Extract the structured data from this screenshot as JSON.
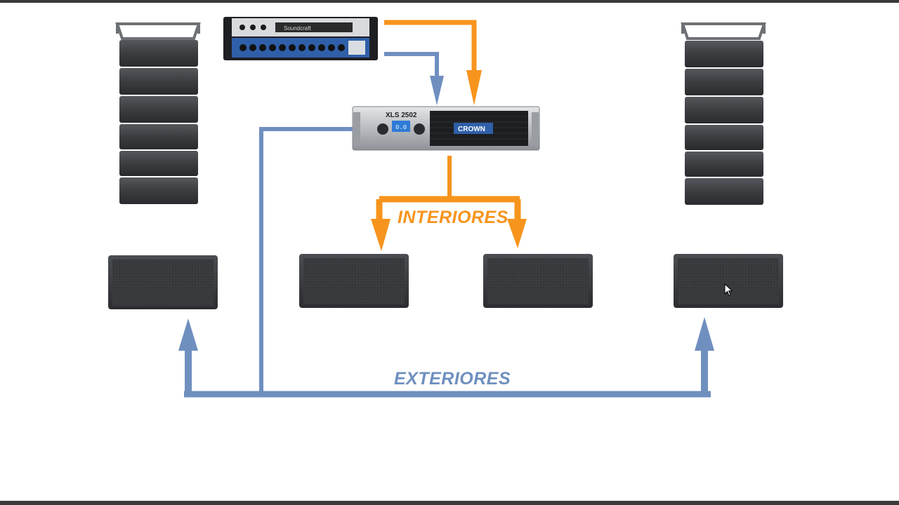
{
  "labels": {
    "interiores": "INTERIORES",
    "exteriores": "EXTERIORES"
  },
  "colors": {
    "orange_signal": "#f7941d",
    "blue_signal": "#6f8fbf",
    "speaker_cabinet": "#3b3d40",
    "mixer_accent": "#2f5fa8"
  },
  "devices": {
    "mixer_front_text": "Soundcraft",
    "amplifier_model": "XLS 2502",
    "amplifier_brand": "CROWN",
    "amplifier_display": "0.0"
  }
}
